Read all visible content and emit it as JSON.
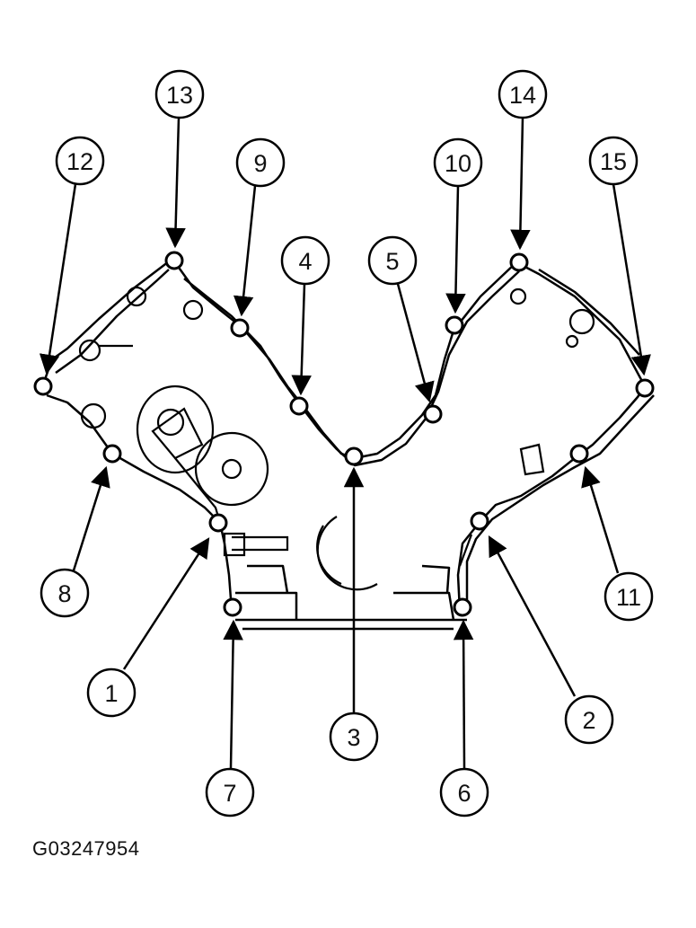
{
  "figure_id": "G03247954",
  "callouts": [
    "1",
    "2",
    "3",
    "4",
    "5",
    "6",
    "7",
    "8",
    "9",
    "10",
    "11",
    "12",
    "13",
    "14",
    "15"
  ]
}
